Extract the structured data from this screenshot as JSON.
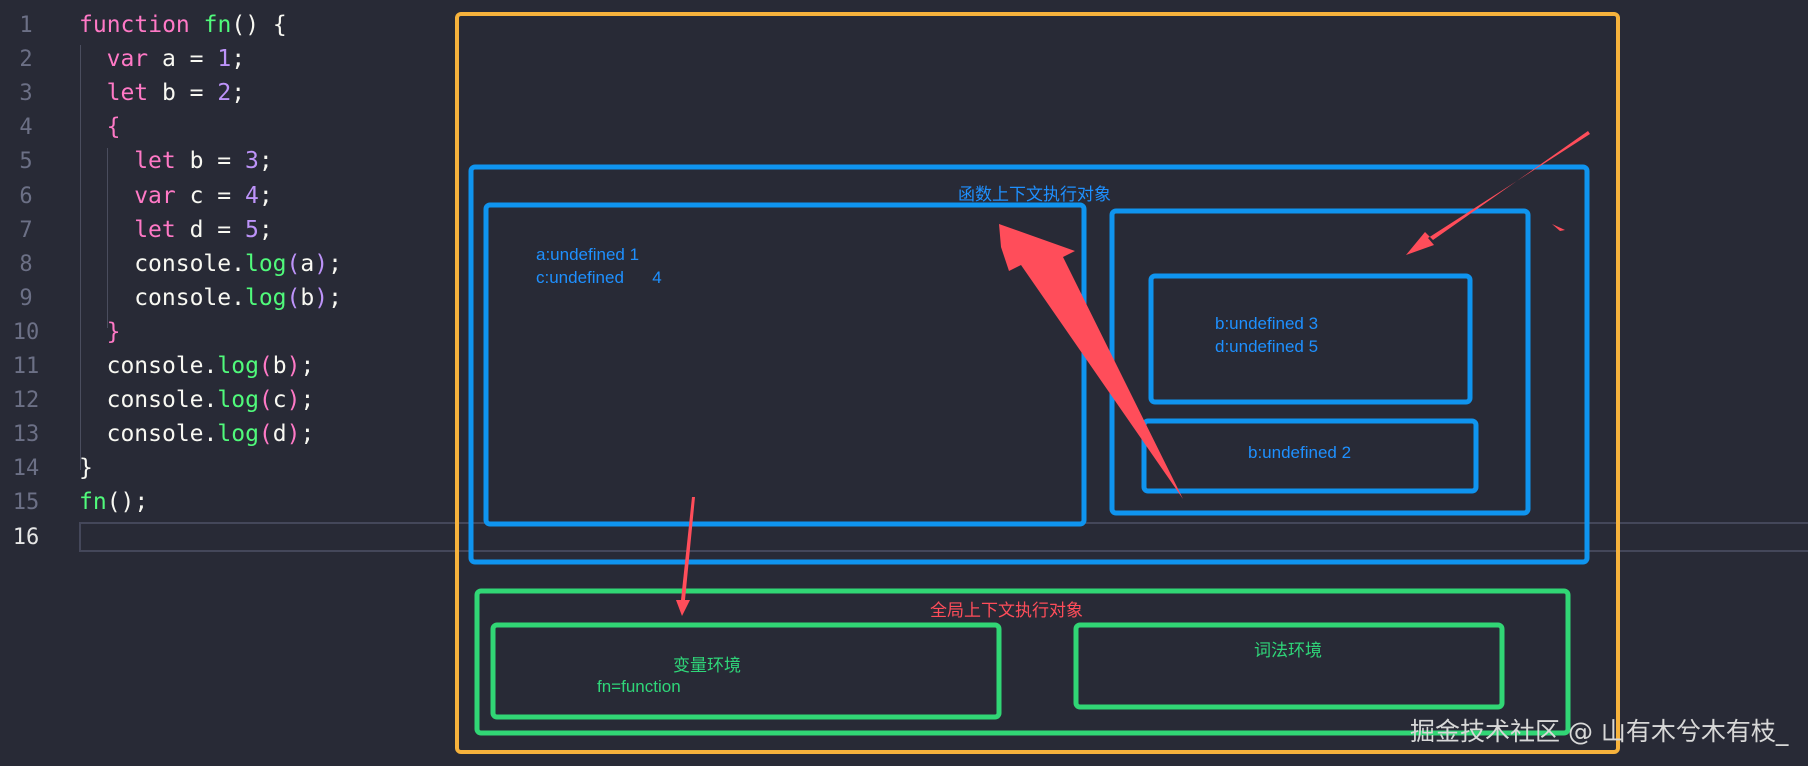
{
  "editor": {
    "lines": [
      {
        "n": "1",
        "tokens": [
          [
            "kw",
            "function"
          ],
          [
            "pl",
            " "
          ],
          [
            "fn",
            "fn"
          ],
          [
            "br1",
            "()"
          ],
          [
            "pl",
            " "
          ],
          [
            "br1",
            "{"
          ]
        ]
      },
      {
        "n": "2",
        "tokens": [
          [
            "kw",
            "var"
          ],
          [
            "pl",
            " a = "
          ],
          [
            "num",
            "1"
          ],
          [
            "pl",
            ";"
          ]
        ]
      },
      {
        "n": "3",
        "tokens": [
          [
            "kw",
            "let"
          ],
          [
            "pl",
            " b = "
          ],
          [
            "num",
            "2"
          ],
          [
            "pl",
            ";"
          ]
        ]
      },
      {
        "n": "4",
        "tokens": [
          [
            "br2",
            "{"
          ]
        ]
      },
      {
        "n": "5",
        "tokens": [
          [
            "kw",
            "let"
          ],
          [
            "pl",
            " b = "
          ],
          [
            "num",
            "3"
          ],
          [
            "pl",
            ";"
          ]
        ]
      },
      {
        "n": "6",
        "tokens": [
          [
            "kw",
            "var"
          ],
          [
            "pl",
            " c = "
          ],
          [
            "num",
            "4"
          ],
          [
            "pl",
            ";"
          ]
        ]
      },
      {
        "n": "7",
        "tokens": [
          [
            "kw",
            "let"
          ],
          [
            "pl",
            " d = "
          ],
          [
            "num",
            "5"
          ],
          [
            "pl",
            ";"
          ]
        ]
      },
      {
        "n": "8",
        "tokens": [
          [
            "pl",
            "console."
          ],
          [
            "fn",
            "log"
          ],
          [
            "br3",
            "("
          ],
          [
            "pl",
            "a"
          ],
          [
            "br3",
            ")"
          ],
          [
            "pl",
            ";"
          ]
        ]
      },
      {
        "n": "9",
        "tokens": [
          [
            "pl",
            "console."
          ],
          [
            "fn",
            "log"
          ],
          [
            "br3",
            "("
          ],
          [
            "pl",
            "b"
          ],
          [
            "br3",
            ")"
          ],
          [
            "pl",
            ";"
          ]
        ]
      },
      {
        "n": "10",
        "tokens": [
          [
            "br2",
            "}"
          ]
        ]
      },
      {
        "n": "11",
        "tokens": [
          [
            "pl",
            "console."
          ],
          [
            "fn",
            "log"
          ],
          [
            "br2",
            "("
          ],
          [
            "pl",
            "b"
          ],
          [
            "br2",
            ")"
          ],
          [
            "pl",
            ";"
          ]
        ]
      },
      {
        "n": "12",
        "tokens": [
          [
            "pl",
            "console."
          ],
          [
            "fn",
            "log"
          ],
          [
            "br2",
            "("
          ],
          [
            "pl",
            "c"
          ],
          [
            "br2",
            ")"
          ],
          [
            "pl",
            ";"
          ]
        ]
      },
      {
        "n": "13",
        "tokens": [
          [
            "pl",
            "console."
          ],
          [
            "fn",
            "log"
          ],
          [
            "br2",
            "("
          ],
          [
            "pl",
            "d"
          ],
          [
            "br2",
            ")"
          ],
          [
            "pl",
            ";"
          ]
        ]
      },
      {
        "n": "14",
        "tokens": [
          [
            "br1",
            "}"
          ]
        ]
      },
      {
        "n": "15",
        "tokens": [
          [
            "fn",
            "fn"
          ],
          [
            "br1",
            "()"
          ],
          [
            "pl",
            ";"
          ]
        ]
      },
      {
        "n": "16",
        "tokens": []
      }
    ]
  },
  "diagram": {
    "function_context_label": "函数上下文执行对象",
    "function_var_env": {
      "line1": "a:undefined 1",
      "line2": "c:undefined      4"
    },
    "block_lexical": {
      "line1": "b:undefined 3",
      "line2": "d:undefined 5"
    },
    "function_lexical": {
      "line1": "b:undefined 2"
    },
    "global_context_label": "全局上下文执行对象",
    "global_var_env": {
      "title": "变量环境",
      "entry": "fn=function"
    },
    "global_lexical": {
      "title": "词法环境"
    }
  },
  "colors": {
    "outer_box": "#f6b23c",
    "function_box": "#0f94ef",
    "global_box": "#31d675",
    "arrow": "#ff4d5a"
  },
  "watermark": "掘金技术社区 @ 山有木兮木有枝_"
}
